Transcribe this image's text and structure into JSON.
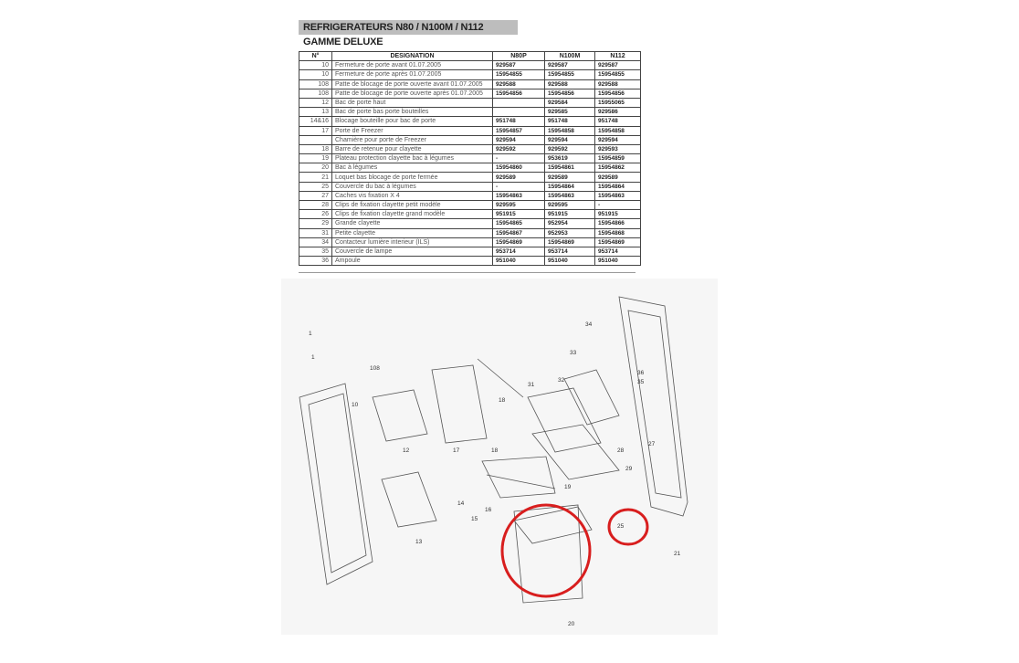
{
  "title": "REFRIGERATEURS N80 / N100M / N112 GAMME DELUXE",
  "table": {
    "headers": [
      "N°",
      "DESIGNATION",
      "N80P",
      "N100M",
      "N112"
    ],
    "rows": [
      [
        "10",
        "Fermeture de porte avant 01.07.2005",
        "929587",
        "929587",
        "929587"
      ],
      [
        "10",
        "Fermeture de porte après 01.07.2005",
        "15954855",
        "15954855",
        "15954855"
      ],
      [
        "108",
        "Patte de blocage de porte ouverte avant 01.07.2005",
        "929588",
        "929588",
        "929588"
      ],
      [
        "108",
        "Patte de blocage de porte ouverte après 01.07.2005",
        "15954856",
        "15954856",
        "15954856"
      ],
      [
        "12",
        "Bac de porte haut",
        "",
        "929584",
        "15955065"
      ],
      [
        "13",
        "Bac de porte bas porte bouteilles",
        "",
        "929585",
        "929586"
      ],
      [
        "14&16",
        "Blocage bouteille pour bac de porte",
        "951748",
        "951748",
        "951748"
      ],
      [
        "17",
        "Porte de Freezer",
        "15954857",
        "15954858",
        "15954858"
      ],
      [
        "",
        "Chamière pour porte de Freezer",
        "929594",
        "929594",
        "929594"
      ],
      [
        "18",
        "Barre de retenue pour clayette",
        "929592",
        "929592",
        "929593"
      ],
      [
        "19",
        "Plateau protection clayette bac à légumes",
        "-",
        "953619",
        "15954859"
      ],
      [
        "20",
        "Bac à légumes",
        "15954860",
        "15954861",
        "15954862"
      ],
      [
        "21",
        "Loquet bas blocage de porte fermée",
        "929589",
        "929589",
        "929589"
      ],
      [
        "25",
        "Couvercle du bac à légumes",
        "-",
        "15954864",
        "15954864"
      ],
      [
        "27",
        "Caches vis fixation X 4",
        "15954863",
        "15954863",
        "15954863"
      ],
      [
        "28",
        "Clips de fixation clayette petit modèle",
        "929595",
        "929595",
        "-"
      ],
      [
        "26",
        "Clips de fixation clayette grand modèle",
        "951915",
        "951915",
        "951915"
      ],
      [
        "29",
        "Grande clayette",
        "15954865",
        "952954",
        "15954866"
      ],
      [
        "31",
        "Petite clayette",
        "15954867",
        "952953",
        "15954868"
      ],
      [
        "34",
        "Contacteur lumière interieur (ILS)",
        "15954869",
        "15954869",
        "15954869"
      ],
      [
        "35",
        "Couvercle de lampe",
        "953714",
        "953714",
        "953714"
      ],
      [
        "36",
        "Ampoule",
        "951040",
        "951040",
        "951040"
      ]
    ]
  },
  "diagram": {
    "labels": [
      "34",
      "1",
      "1",
      "108",
      "10",
      "12",
      "17",
      "18",
      "33",
      "32",
      "31",
      "36",
      "35",
      "27",
      "28",
      "29",
      "18",
      "19",
      "14",
      "16",
      "15",
      "13",
      "25",
      "21",
      "20"
    ],
    "highlight_color": "#d81e1e"
  }
}
